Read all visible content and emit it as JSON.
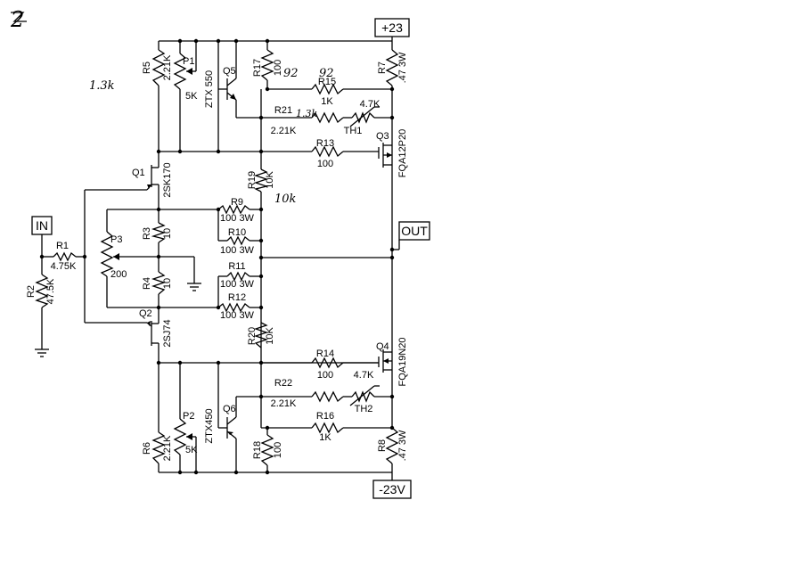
{
  "page_mark": "2",
  "rails": {
    "pos": "+23",
    "neg": "-23V",
    "input": "IN",
    "output": "OUT"
  },
  "components": {
    "R5": {
      "ref": "R5",
      "value": "2.21K"
    },
    "P1": {
      "ref": "P1",
      "value": "5K"
    },
    "Q5": {
      "ref": "Q5",
      "value": "ZTX 550"
    },
    "R17": {
      "ref": "R17",
      "value": "100"
    },
    "R7": {
      "ref": "R7",
      "value": ".47 3W"
    },
    "R15": {
      "ref": "R15",
      "value": "1K"
    },
    "R21": {
      "ref": "R21",
      "value": "2.21K"
    },
    "TH1": {
      "ref": "TH1",
      "value": "4.7K"
    },
    "Q3": {
      "ref": "Q3",
      "value": "FQA12P20"
    },
    "R13": {
      "ref": "R13",
      "value": "100"
    },
    "Q1": {
      "ref": "Q1",
      "value": "2SK170"
    },
    "R19": {
      "ref": "R19",
      "value": "10K"
    },
    "R9": {
      "ref": "R9",
      "value": "100 3W"
    },
    "R10": {
      "ref": "R10",
      "value": "100 3W"
    },
    "R11": {
      "ref": "R11",
      "value": "100 3W"
    },
    "R12": {
      "ref": "R12",
      "value": "100 3W"
    },
    "R3": {
      "ref": "R3",
      "value": "10"
    },
    "R4": {
      "ref": "R4",
      "value": "10"
    },
    "P3": {
      "ref": "P3",
      "value": "200"
    },
    "R1": {
      "ref": "R1",
      "value": "4.75K"
    },
    "R2": {
      "ref": "R2",
      "value": "47.5K"
    },
    "Q2": {
      "ref": "Q2",
      "value": "2SJ74"
    },
    "R20": {
      "ref": "R20",
      "value": "10K"
    },
    "R14": {
      "ref": "R14",
      "value": "100"
    },
    "Q4": {
      "ref": "Q4",
      "value": "FQA19N20"
    },
    "R22": {
      "ref": "R22",
      "value": "2.21K"
    },
    "TH2": {
      "ref": "TH2",
      "value": "4.7K"
    },
    "P2": {
      "ref": "P2",
      "value": "5K"
    },
    "Q6": {
      "ref": "Q6",
      "value": "ZTX450"
    },
    "R16": {
      "ref": "R16",
      "value": "1K"
    },
    "R6": {
      "ref": "R6",
      "value": "2.21K"
    },
    "R18": {
      "ref": "R18",
      "value": "100"
    },
    "R8": {
      "ref": "R8",
      "value": ".47 3W"
    }
  },
  "handwritten": {
    "p1_note": "1.3k",
    "r17_note": "92",
    "r15_note": "92",
    "r21_note": "1.3k",
    "r19_note": "10k"
  }
}
